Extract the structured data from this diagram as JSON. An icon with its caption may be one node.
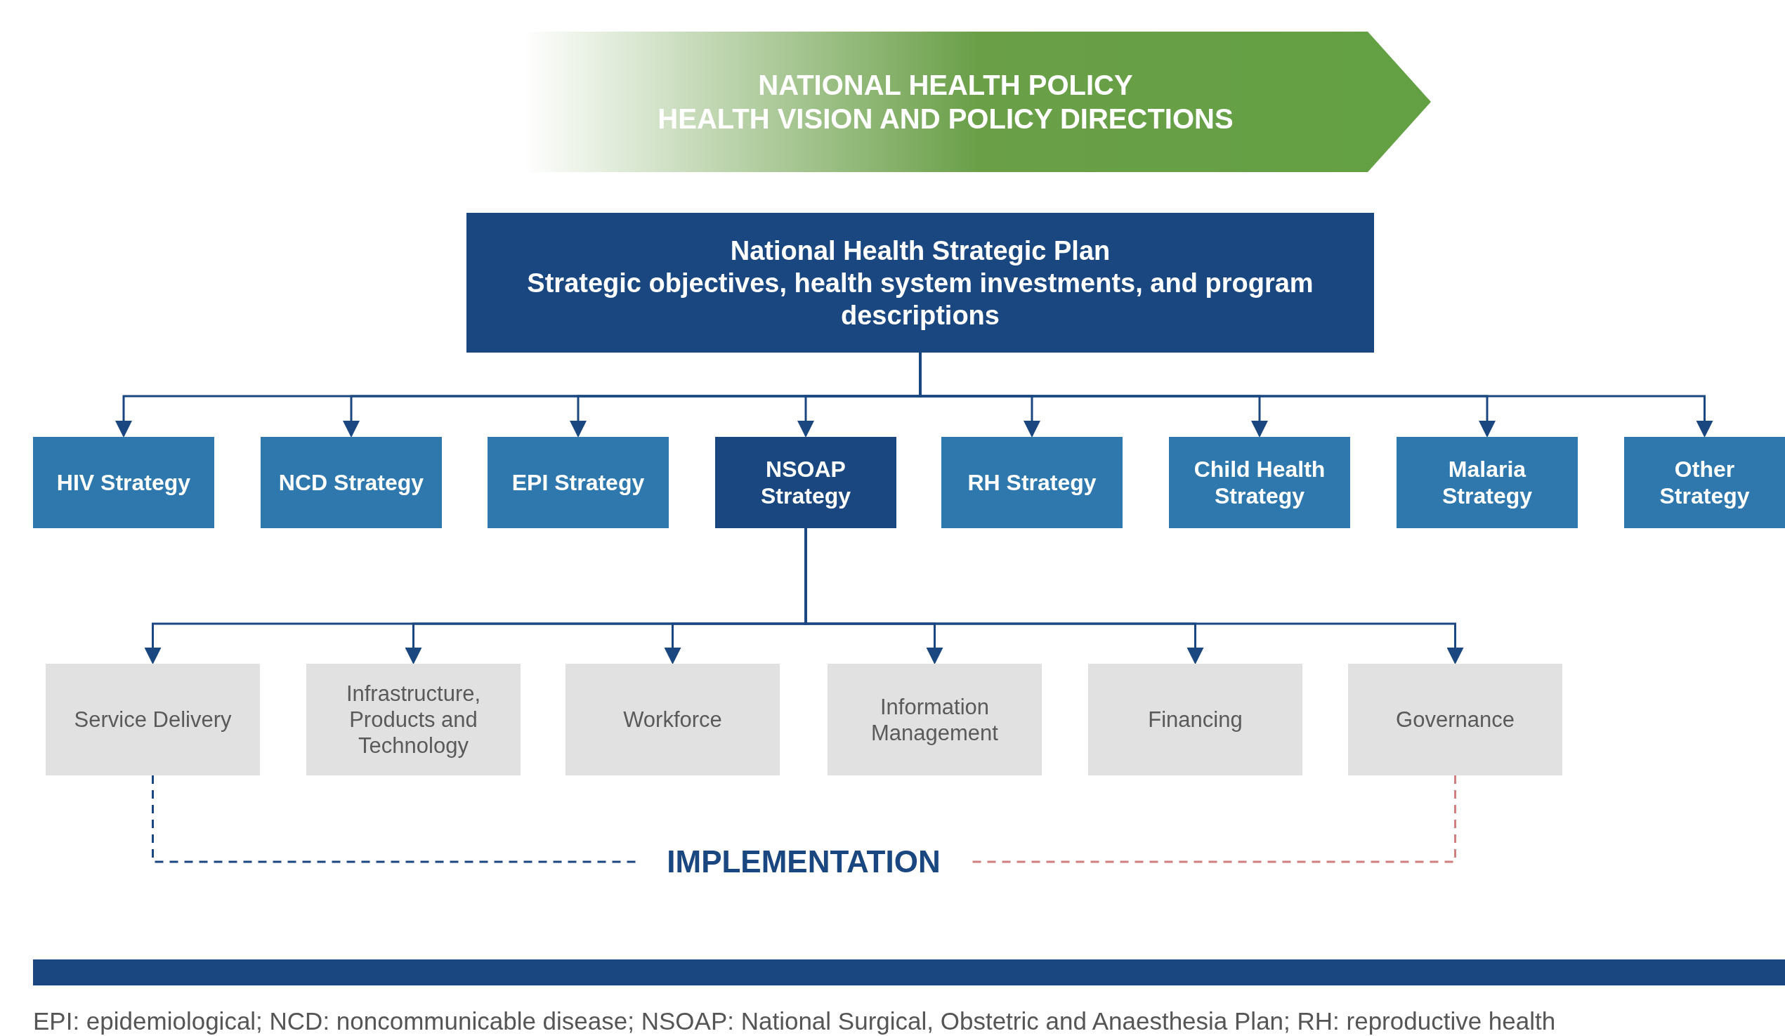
{
  "diagram": {
    "nodes": [
      {
        "text": [
          "NATIONAL HEALTH POLICY",
          "HEALTH VISION AND POLICY DIRECTIONS"
        ]
      },
      {
        "text": [
          "National Health Strategic Plan",
          "Strategic objectives, health system investments, and program descriptions"
        ]
      },
      {
        "text": [
          "HIV Strategy"
        ]
      },
      {
        "text": [
          "NCD Strategy"
        ]
      },
      {
        "text": [
          "EPI Strategy"
        ]
      },
      {
        "text": [
          "NSOAP Strategy"
        ]
      },
      {
        "text": [
          "RH Strategy"
        ]
      },
      {
        "text": [
          "Child Health Strategy"
        ]
      },
      {
        "text": [
          "Malaria Strategy"
        ]
      },
      {
        "text": [
          "Other Strategy"
        ]
      },
      {
        "text": [
          "Service Delivery"
        ]
      },
      {
        "text": [
          "Infrastructure, Products and Technology"
        ]
      },
      {
        "text": [
          "Workforce"
        ]
      },
      {
        "text": [
          "Information Management"
        ]
      },
      {
        "text": [
          "Financing"
        ]
      },
      {
        "text": [
          "Governance"
        ]
      },
      {
        "text": [
          "IMPLEMENTATION"
        ]
      }
    ],
    "edges": [
      {
        "from": 1,
        "to": 2,
        "arrow": "to"
      },
      {
        "from": 1,
        "to": 3,
        "arrow": "to"
      },
      {
        "from": 1,
        "to": 4,
        "arrow": "to"
      },
      {
        "from": 1,
        "to": 5,
        "arrow": "to"
      },
      {
        "from": 1,
        "to": 6,
        "arrow": "to"
      },
      {
        "from": 1,
        "to": 7,
        "arrow": "to"
      },
      {
        "from": 1,
        "to": 8,
        "arrow": "to"
      },
      {
        "from": 1,
        "to": 9,
        "arrow": "to"
      },
      {
        "from": 5,
        "to": 10,
        "arrow": "to"
      },
      {
        "from": 5,
        "to": 11,
        "arrow": "to"
      },
      {
        "from": 5,
        "to": 12,
        "arrow": "to"
      },
      {
        "from": 5,
        "to": 13,
        "arrow": "to"
      },
      {
        "from": 5,
        "to": 14,
        "arrow": "to"
      },
      {
        "from": 5,
        "to": 15,
        "arrow": "to"
      },
      {
        "from": 10,
        "to": 16,
        "arrow": "none",
        "style": "dashed"
      },
      {
        "from": 15,
        "to": 16,
        "arrow": "none",
        "style": "dashed",
        "color": "#cf7f7f"
      }
    ],
    "labels": [
      "EPI: epidemiological; NCD: noncommunicable disease; NSOAP: National Surgical, Obstetric and Anaesthesia Plan; RH: reproductive health"
    ]
  }
}
